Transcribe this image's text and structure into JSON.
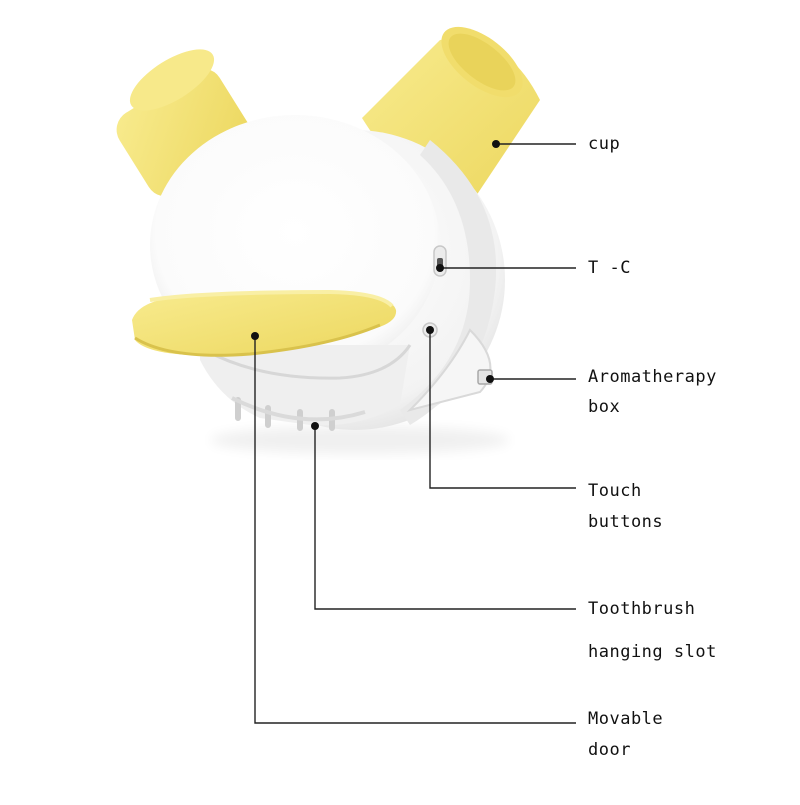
{
  "labels": {
    "cup": "cup",
    "tc": "T -C",
    "aroma_1": "Aromatherapy",
    "aroma_2": "box",
    "touch_1": "Touch",
    "touch_2": "buttons",
    "toothbrush_1": "Toothbrush",
    "toothbrush_2": "hanging slot",
    "door_1": "Movable",
    "door_2": "door"
  },
  "colors": {
    "yellow": "#F3E27A",
    "yellow_dark": "#E2CC4E",
    "body_white": "#F4F4F4",
    "shadow": "#DADADA",
    "line": "#222222"
  }
}
